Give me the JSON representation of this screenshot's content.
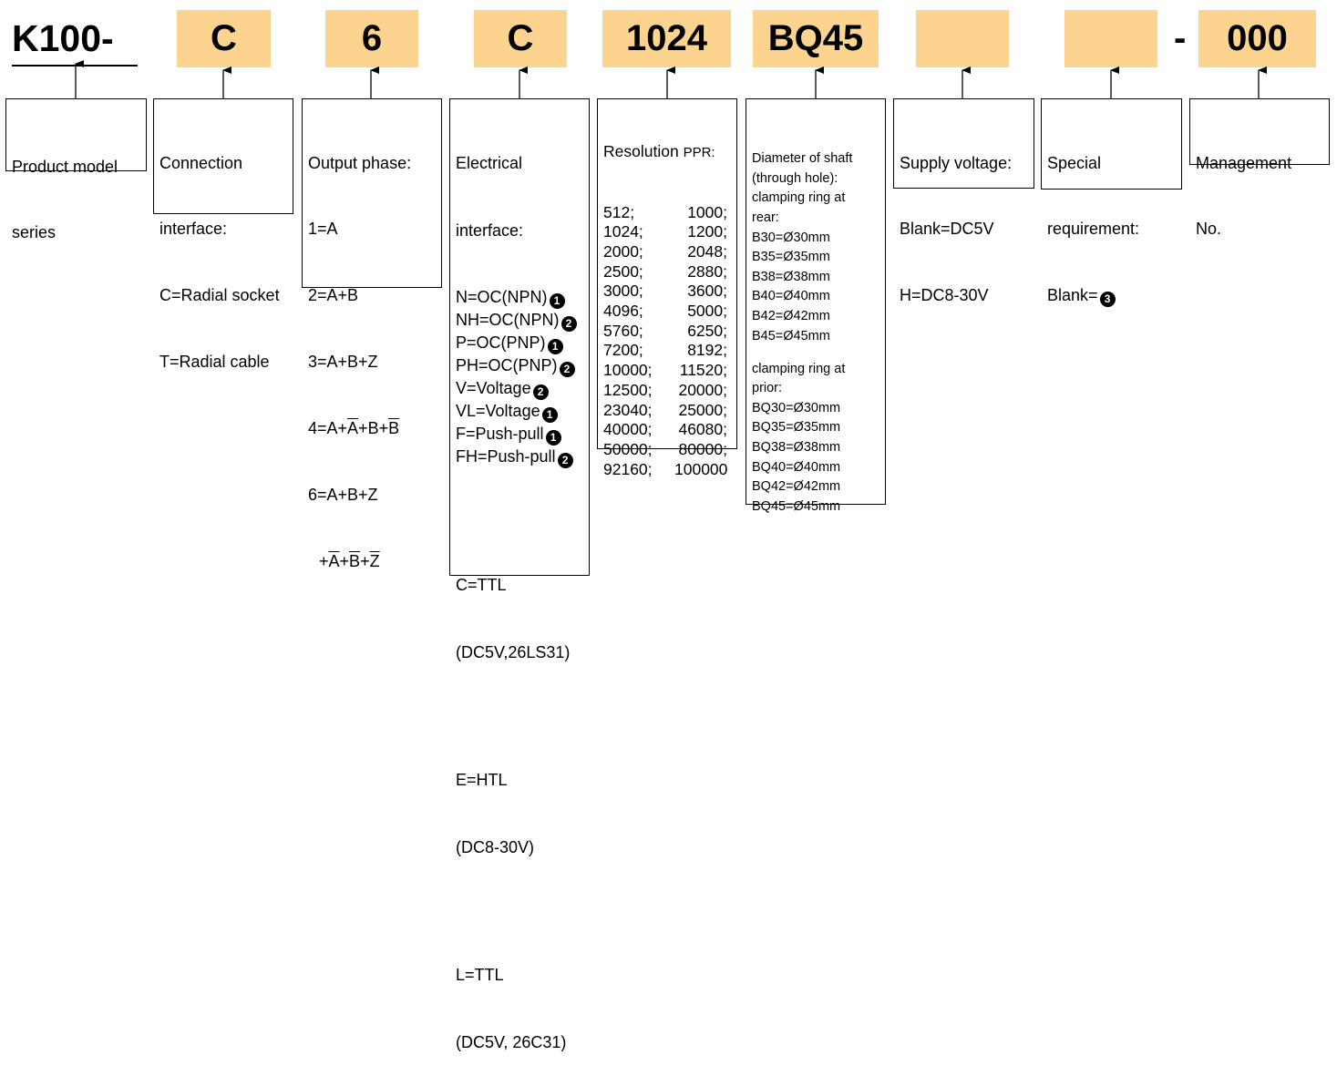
{
  "header": {
    "prefix": "K100-",
    "dash": "-",
    "codes": [
      "C",
      "6",
      "C",
      "1024",
      "BQ45",
      "",
      "",
      "000"
    ]
  },
  "boxes": {
    "series": [
      "Product model",
      "series"
    ],
    "connection": [
      "Connection",
      "interface:",
      "C=Radial socket",
      "T=Radial cable"
    ],
    "output": {
      "title": "Output phase:",
      "l1": "1=A",
      "l2": "2=A+B",
      "l3": "3=A+B+Z",
      "l4a": "4=A+",
      "l4b": "A",
      "l4c": "+B+",
      "l4d": "B",
      "l5": "6=A+B+Z",
      "l6a": "+",
      "l6b": "A",
      "l6c": "+",
      "l6d": "B",
      "l6e": "+",
      "l6f": "Z"
    },
    "electrical": {
      "title1": "Electrical",
      "title2": "interface:",
      "items": [
        {
          "text": "N=OC(NPN)",
          "mark": "1"
        },
        {
          "text": "NH=OC(NPN)",
          "mark": "2"
        },
        {
          "text": "P=OC(PNP)",
          "mark": "1"
        },
        {
          "text": "PH=OC(PNP)",
          "mark": "2"
        },
        {
          "text": "V=Voltage",
          "mark": "2"
        },
        {
          "text": "VL=Voltage",
          "mark": "1"
        },
        {
          "text": "F=Push-pull",
          "mark": "1"
        },
        {
          "text": "FH=Push-pull",
          "mark": "2"
        }
      ],
      "c1": "C=TTL",
      "c2": "(DC5V,26LS31)",
      "e1": "E=HTL",
      "e2": "(DC8-30V)",
      "l1": "L=TTL",
      "l2": "(DC5V, 26C31)"
    },
    "resolution": {
      "title": "Resolution",
      "unit": "PPR:",
      "rows": [
        [
          "512;",
          "1000;"
        ],
        [
          "1024;",
          "1200;"
        ],
        [
          "2000;",
          "2048;"
        ],
        [
          "2500;",
          "2880;"
        ],
        [
          "3000;",
          "3600;"
        ],
        [
          "4096;",
          "5000;"
        ],
        [
          "5760;",
          "6250;"
        ],
        [
          "7200;",
          "8192;"
        ],
        [
          "10000;",
          "11520;"
        ],
        [
          "12500;",
          "20000;"
        ],
        [
          "23040;",
          "25000;"
        ],
        [
          "40000;",
          "46080;"
        ],
        [
          "50000;",
          "80000;"
        ],
        [
          "92160;",
          "100000"
        ]
      ]
    },
    "shaft": {
      "lines": [
        "Diameter of shaft",
        "(through hole):",
        "clamping ring at",
        "rear:",
        "B30=Ø30mm",
        "B35=Ø35mm",
        "B38=Ø38mm",
        "B40=Ø40mm",
        "B42=Ø42mm",
        "B45=Ø45mm",
        "",
        "clamping ring at",
        "prior:",
        "BQ30=Ø30mm",
        "BQ35=Ø35mm",
        "BQ38=Ø38mm",
        "BQ40=Ø40mm",
        "BQ42=Ø42mm",
        "BQ45=Ø45mm"
      ]
    },
    "supply": [
      "Supply voltage:",
      "Blank=DC5V",
      "H=DC8-30V"
    ],
    "special": {
      "l1": "Special",
      "l2": "requirement:",
      "l3": "Blank=",
      "mark": "3"
    },
    "management": [
      "Management",
      "No."
    ]
  },
  "marks": {
    "1": "1",
    "2": "2",
    "3": "3"
  }
}
